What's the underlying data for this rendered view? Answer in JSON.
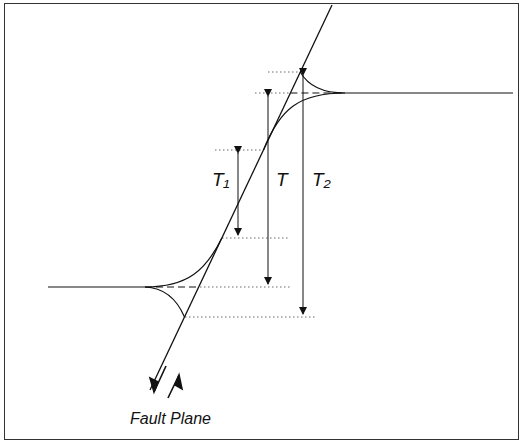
{
  "diagram": {
    "labels": [
      "T₁",
      "T",
      "T₂",
      "Fault Plane"
    ]
  }
}
